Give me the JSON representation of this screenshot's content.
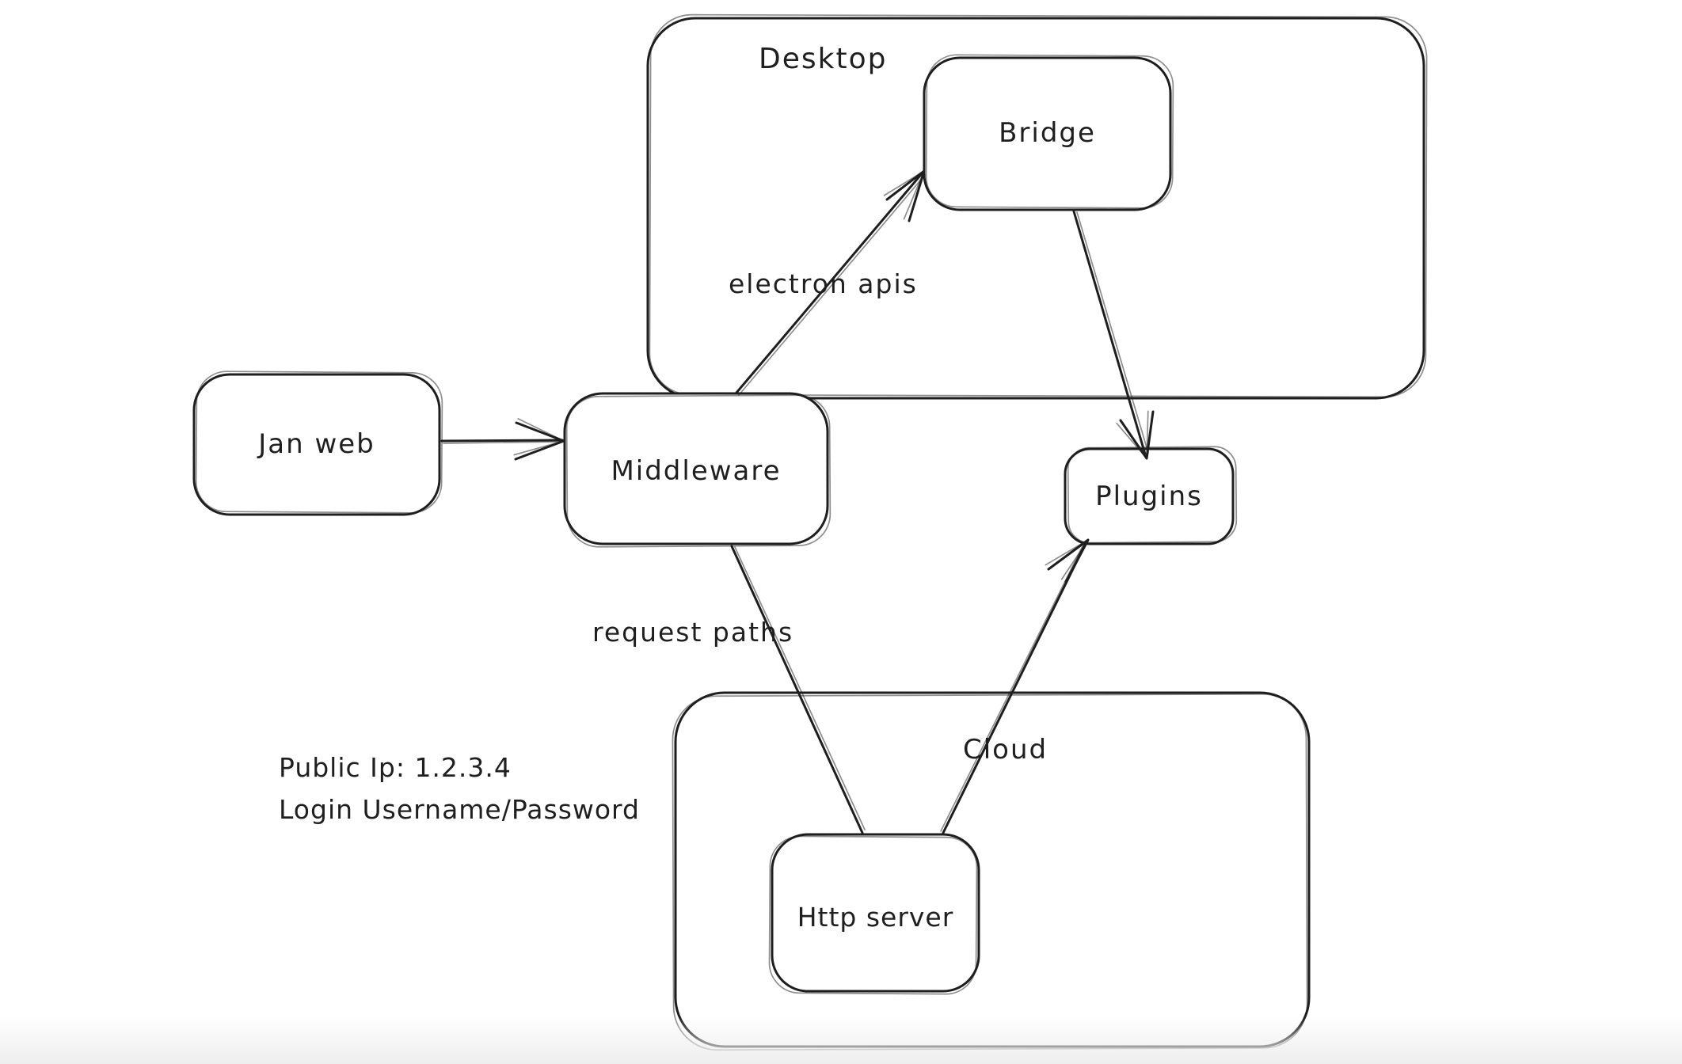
{
  "diagram": {
    "type": "sketch-flowchart",
    "background": "#ffffff",
    "stroke_color": "#1e1e1e",
    "text_color": "#1f1f1f",
    "bottom_fade_color": "#eeeeef",
    "containers": [
      {
        "name": "desktop",
        "label": "Desktop"
      },
      {
        "name": "cloud",
        "label": "Cloud"
      }
    ],
    "nodes": [
      {
        "name": "jan-web",
        "label": "Jan web",
        "container": null
      },
      {
        "name": "middleware",
        "label": "Middleware",
        "container": null
      },
      {
        "name": "bridge",
        "label": "Bridge",
        "container": "Desktop"
      },
      {
        "name": "plugins",
        "label": "Plugins",
        "container": null
      },
      {
        "name": "http-server",
        "label": "Http server",
        "container": "Cloud"
      }
    ],
    "edges": [
      {
        "name": "jan-web-to-middleware",
        "from": "Jan web",
        "to": "Middleware",
        "label": "",
        "arrowhead": true
      },
      {
        "name": "middleware-to-bridge",
        "from": "Middleware",
        "to": "Bridge",
        "label": "electron apis",
        "arrowhead": true
      },
      {
        "name": "bridge-to-plugins",
        "from": "Bridge",
        "to": "Plugins",
        "label": "",
        "arrowhead": true
      },
      {
        "name": "middleware-to-http-server",
        "from": "Middleware",
        "to": "Http server",
        "label": "request paths",
        "arrowhead": false
      },
      {
        "name": "http-server-to-plugins",
        "from": "Http server",
        "to": "Plugins",
        "label": "",
        "arrowhead": true
      }
    ],
    "notes": [
      {
        "name": "public-ip-note",
        "text": "Public Ip: 1.2.3.4"
      },
      {
        "name": "login-note",
        "text": "Login Username/Password"
      }
    ]
  }
}
